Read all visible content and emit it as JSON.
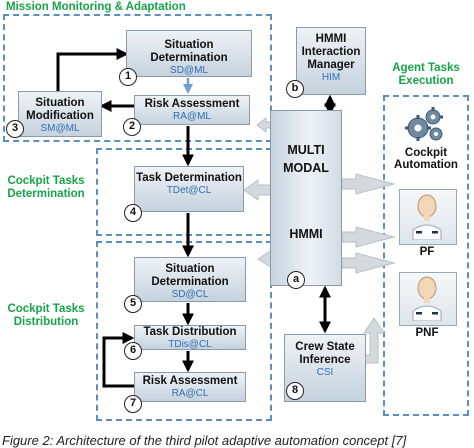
{
  "groups": {
    "mission": "Mission Monitoring & Adaptation",
    "agent_tasks": "Agent Tasks Execution",
    "cockpit_determination": "Cockpit Tasks Determination",
    "cockpit_distribution": "Cockpit Tasks Distribution"
  },
  "nodes": {
    "situation_determination_ml": {
      "title": "Situation Determination",
      "code": "SD@ML",
      "number": "1"
    },
    "risk_assessment_ml": {
      "title": "Risk Assessment",
      "code": "RA@ML",
      "number": "2"
    },
    "situation_modification": {
      "title": "Situation Modification",
      "code": "SM@ML",
      "number": "3"
    },
    "task_determination": {
      "title": "Task Determination",
      "code": "TDet@CL",
      "number": "4"
    },
    "situation_determination_cl": {
      "title": "Situation Determination",
      "code": "SD@CL",
      "number": "5"
    },
    "task_distribution": {
      "title": "Task Distribution",
      "code": "TDis@CL",
      "number": "6"
    },
    "risk_assessment_cl": {
      "title": "Risk Assessment",
      "code": "RA@CL",
      "number": "7"
    },
    "crew_state_inference": {
      "title": "Crew State Inference",
      "code": "CSI",
      "number": "8"
    },
    "hmmi_manager": {
      "title": "HMMI Interaction Manager",
      "code": "HIM",
      "number": "b"
    }
  },
  "hmmi": {
    "line1": "MULTI",
    "line2": "MODAL",
    "line3": "HMMI",
    "number": "a"
  },
  "agents": {
    "automation": "Cockpit Automation",
    "pf": "PF",
    "pnf": "PNF"
  },
  "caption": "Figure 2: Architecture of the third pilot adaptive automation concept [7]"
}
